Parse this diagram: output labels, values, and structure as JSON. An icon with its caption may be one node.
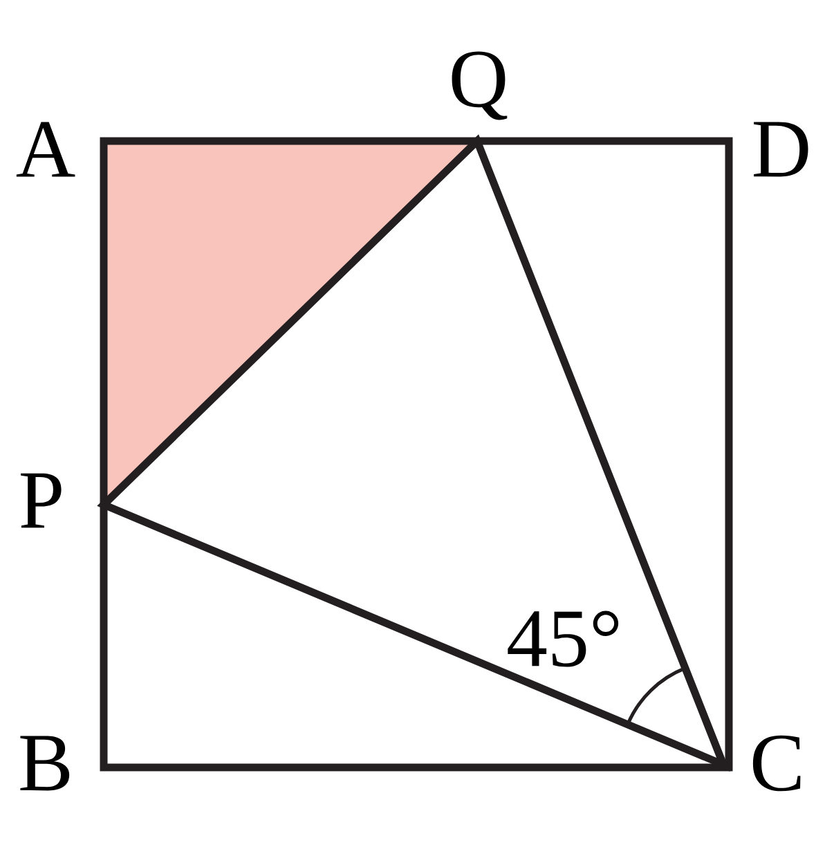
{
  "diagram": {
    "labels": [
      "Q",
      "A",
      "D",
      "P",
      "45°",
      "B",
      "C"
    ]
  }
}
